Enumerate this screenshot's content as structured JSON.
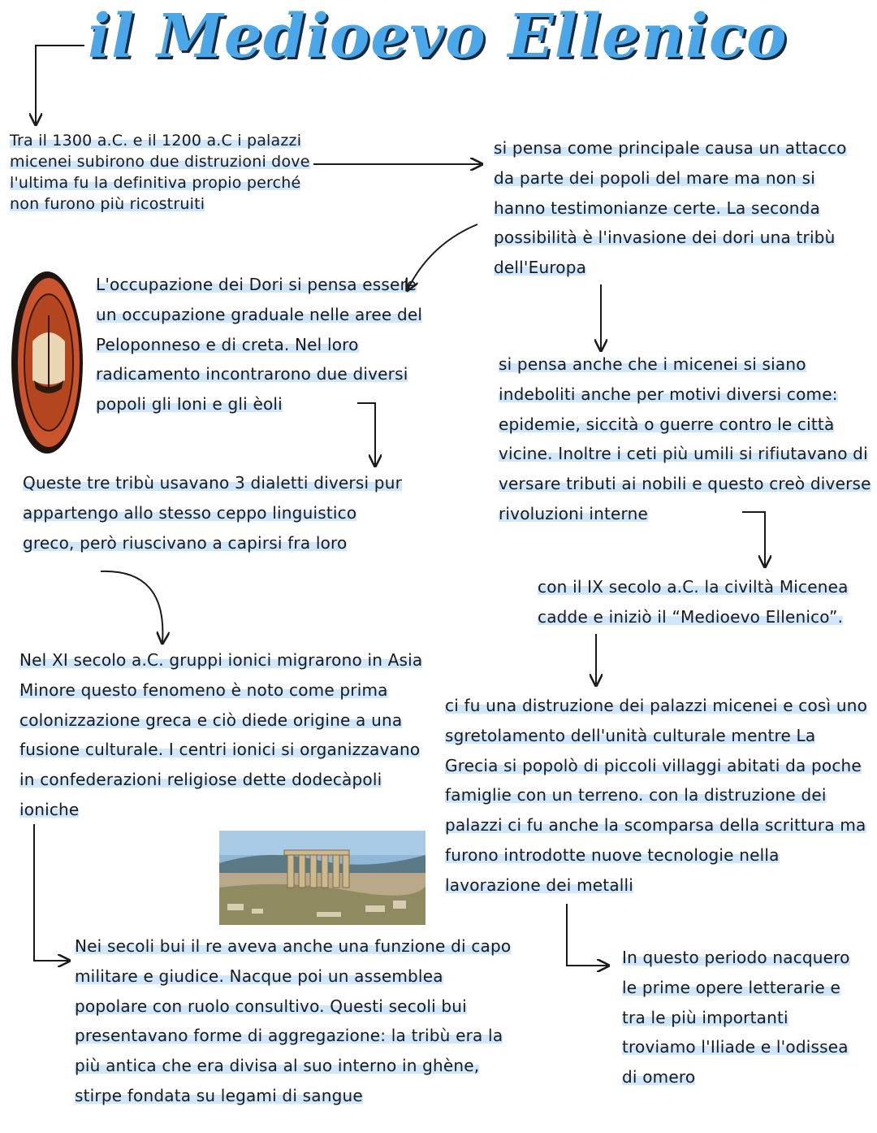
{
  "title": "il Medioevo Ellenico",
  "blocks": {
    "b1": "Tra il 1300 a.C. e il 1200 a.C i palazzi micenei subirono due distruzioni dove l'ultima fu la definitiva propio perché non furono più ricostruiti",
    "b2": "si pensa come principale causa un attacco da parte dei popoli del mare ma non si hanno testimonianze certe. La seconda possibilità è l'invasione dei dori una tribù dell'Europa",
    "b3": "L'occupazione dei Dori si pensa essere un occupazione graduale nelle aree del Peloponneso e di creta. Nel loro radicamento incontrarono due diversi popoli gli Ioni e gli èoli",
    "b4": "si pensa anche che i micenei si siano indeboliti anche per motivi diversi come: epidemie, siccità o guerre contro le città vicine. Inoltre i ceti più umili si rifiutavano di versare tributi ai nobili e questo creò diverse rivoluzioni interne",
    "b5": "Queste tre tribù usavano 3 dialetti diversi pur appartengo allo stesso ceppo linguistico greco, però riuscivano a capirsi fra loro",
    "b6": "con il IX secolo a.C. la civiltà Micenea cadde e iniziò il “Medioevo Ellenico”.",
    "b7": "Nel XI secolo a.C. gruppi ionici migrarono in Asia Minore questo fenomeno è noto come prima colonizzazione greca e ciò diede origine a una fusione culturale. I centri ionici si organizzavano in confederazioni religiose dette dodecàpoli ioniche",
    "b8": "ci fu una distruzione dei palazzi micenei e così uno sgretolamento dell'unità culturale mentre La Grecia si popolò di piccoli villaggi abitati da poche famiglie con un terreno. con la distruzione dei palazzi ci fu anche la scomparsa della scrittura ma furono introdotte nuove tecnologie nella lavorazione dei metalli",
    "b9": "Nei secoli bui il re aveva anche una funzione di capo militare e giudice. Nacque poi un assemblea popolare con ruolo consultivo. Questi secoli bui presentavano forme di aggregazione: la tribù era la più antica che era divisa al suo interno in ghène, stirpe fondata su legami di sangue",
    "b10": "In questo periodo nacquero le prime opere letterarie e tra le più importanti troviamo l'Iliade e l'odissea di omero"
  },
  "colors": {
    "title": "#4aa8ea",
    "highlight": "#cfe6fb"
  }
}
